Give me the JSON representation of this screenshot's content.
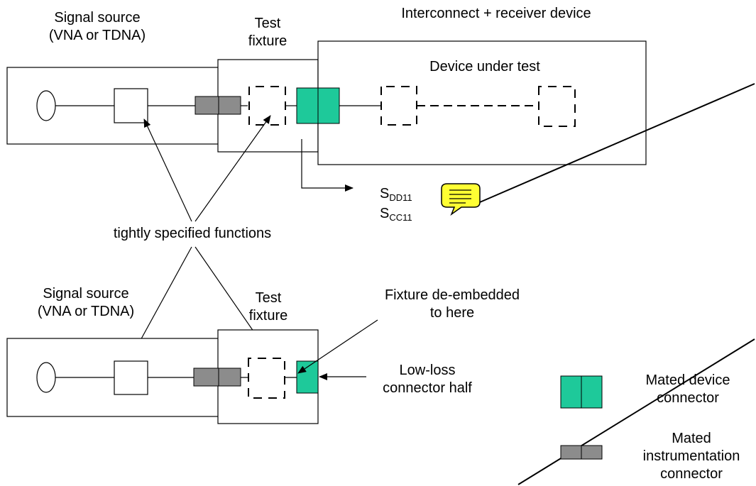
{
  "labels": {
    "source_top_1": "Signal source",
    "source_top_2": "(VNA or TDNA)",
    "fixture_top_1": "Test",
    "fixture_top_2": "fixture",
    "interconnect": "Interconnect + receiver device",
    "dut": "Device under test",
    "s_main": "S",
    "sdd_sub": "DD11",
    "scc_sub": "CC11",
    "tight": "tightly specified functions",
    "source_bot_1": "Signal source",
    "source_bot_2": "(VNA or TDNA)",
    "fixture_bot_1": "Test",
    "fixture_bot_2": "fixture",
    "deembed_1": "Fixture de-embedded",
    "deembed_2": "to here",
    "lowloss_1": "Low-loss",
    "lowloss_2": "connector half",
    "legend_device_1": "Mated device",
    "legend_device_2": "connector",
    "legend_instr_1": "Mated",
    "legend_instr_2": "instrumentation",
    "legend_instr_3": "connector"
  },
  "colors": {
    "device_connector": "#1ec99a",
    "instrument_connector": "#8c8c8c",
    "comment_fill": "#ffff33",
    "line": "#000000"
  },
  "icons": {
    "comment": "comment-note-icon"
  }
}
